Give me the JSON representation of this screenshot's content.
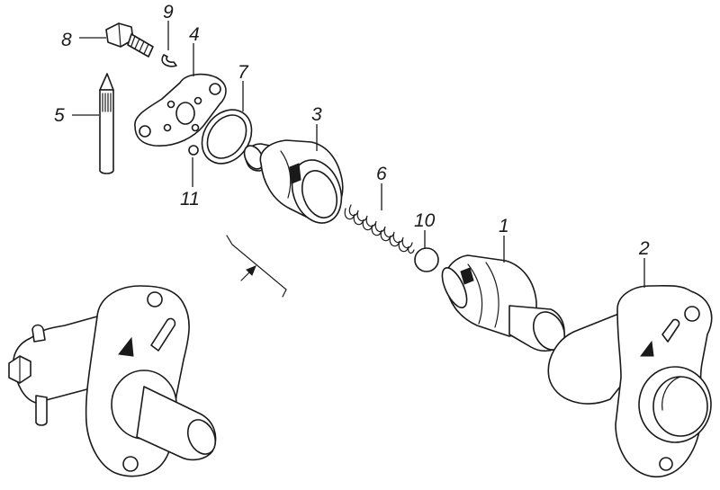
{
  "labels": {
    "part_1": "1",
    "part_2": "2",
    "part_3": "3",
    "part_4": "4",
    "part_5": "5",
    "part_6": "6",
    "part_7": "7",
    "part_8": "8",
    "part_9": "9",
    "part_10": "10",
    "part_11": "11"
  },
  "colors": {
    "line": "#1a1a1a",
    "background": "#ffffff"
  }
}
